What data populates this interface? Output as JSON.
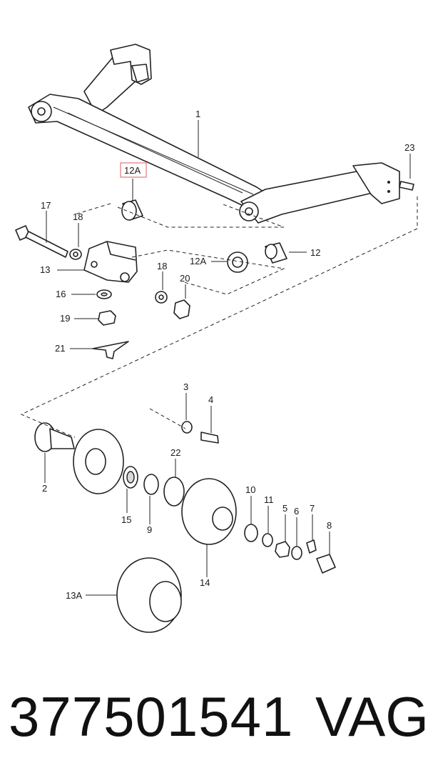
{
  "callouts": {
    "c1": "1",
    "c23": "23",
    "c12a_hl": "12A",
    "c17": "17",
    "c18a": "18",
    "c12a": "12A",
    "c12": "12",
    "c13": "13",
    "c18b": "18",
    "c20": "20",
    "c16": "16",
    "c19": "19",
    "c21": "21",
    "c3": "3",
    "c4": "4",
    "c22": "22",
    "c2": "2",
    "c15": "15",
    "c9": "9",
    "c10": "10",
    "c11": "11",
    "c5": "5",
    "c6": "6",
    "c7": "7",
    "c8": "8",
    "c14": "14",
    "c13a": "13A"
  },
  "highlight_color": "#e88a8a",
  "footer": {
    "part_number": "377501541",
    "brand": "VAG"
  }
}
